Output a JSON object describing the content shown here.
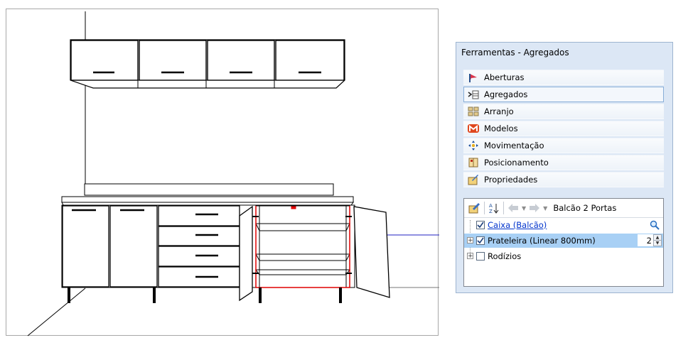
{
  "panel": {
    "title": "Ferramentas - Agregados",
    "tools": [
      {
        "label": "Aberturas",
        "icon": "aberturas-icon",
        "active": false
      },
      {
        "label": "Agregados",
        "icon": "agregados-icon",
        "active": true
      },
      {
        "label": "Arranjo",
        "icon": "arranjo-icon",
        "active": false
      },
      {
        "label": "Modelos",
        "icon": "modelos-icon",
        "active": false
      },
      {
        "label": "Movimentação",
        "icon": "movimentacao-icon",
        "active": false
      },
      {
        "label": "Posicionamento",
        "icon": "posicionamento-icon",
        "active": false
      },
      {
        "label": "Propriedades",
        "icon": "propriedades-icon",
        "active": false
      }
    ],
    "tree": {
      "title": "Balcão 2 Portas",
      "nodes": [
        {
          "label": "Caixa (Balcão)",
          "checked": true,
          "link": true,
          "expandable": false
        },
        {
          "label": "Prateleira (Linear 800mm)",
          "checked": true,
          "link": false,
          "expandable": true,
          "selected": true,
          "quantity": "2"
        },
        {
          "label": "Rodízios",
          "checked": false,
          "link": false,
          "expandable": true
        }
      ]
    }
  },
  "colors": {
    "panel_bg": "#dce7f5",
    "selection": "#a8d0f5",
    "link": "#0033cc",
    "highlight": "#e00000",
    "wall_line": "#2020c0"
  }
}
